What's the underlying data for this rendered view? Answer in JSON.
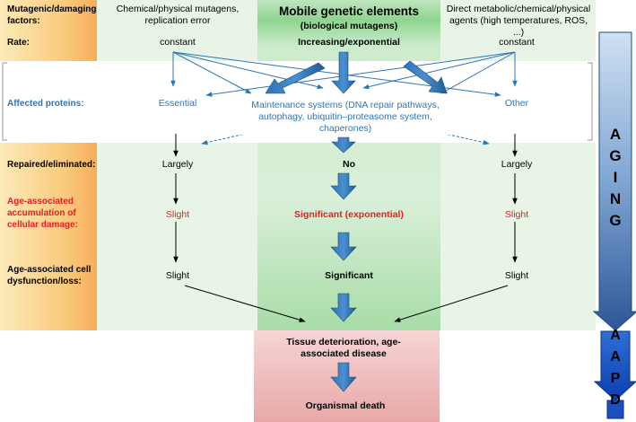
{
  "row_labels": {
    "factors": "Mutagenic/damaging factors:",
    "rate": "Rate:",
    "affected": "Affected proteins:",
    "repaired": "Repaired/eliminated:",
    "accumulation": "Age-associated accumulation of cellular damage:",
    "dysfunction": "Age-associated cell dysfunction/loss:"
  },
  "columns": {
    "left": {
      "factor": "Chemical/physical mutagens, replication error",
      "rate": "constant",
      "protein": "Essential",
      "repaired": "Largely",
      "accumulation": "Slight",
      "dysfunction": "Slight"
    },
    "center": {
      "factor_title": "Mobile genetic elements",
      "factor_subtitle": "(biological mutagens)",
      "rate": "Increasing/exponential",
      "protein": "Maintenance systems (DNA repair pathways, autophagy, ubiquitin–proteasome system, chaperones)",
      "repaired": "No",
      "accumulation": "Significant (exponential)",
      "dysfunction": "Significant"
    },
    "right": {
      "factor": "Direct metabolic/chemical/physical agents  (high temperatures, ROS, ...)",
      "rate": "constant",
      "protein": "Other",
      "repaired": "Largely",
      "accumulation": "Slight",
      "dysfunction": "Slight"
    }
  },
  "outcome": {
    "tissue": "Tissue deterioration, age-associated disease",
    "death": "Organismal death"
  },
  "side_arrow": {
    "aging": "AGING",
    "aapd": "AAPD"
  },
  "colors": {
    "label_gradient": [
      "#fbe5a7",
      "#f7b35c"
    ],
    "side_pale_green": "#e8f4e6",
    "center_green": "#8ed38e",
    "outcome_red": "#e9a8a8",
    "arrow_blue": "#2e75b6",
    "label_blue": "#2e75b6",
    "label_red": "#e31e24"
  }
}
